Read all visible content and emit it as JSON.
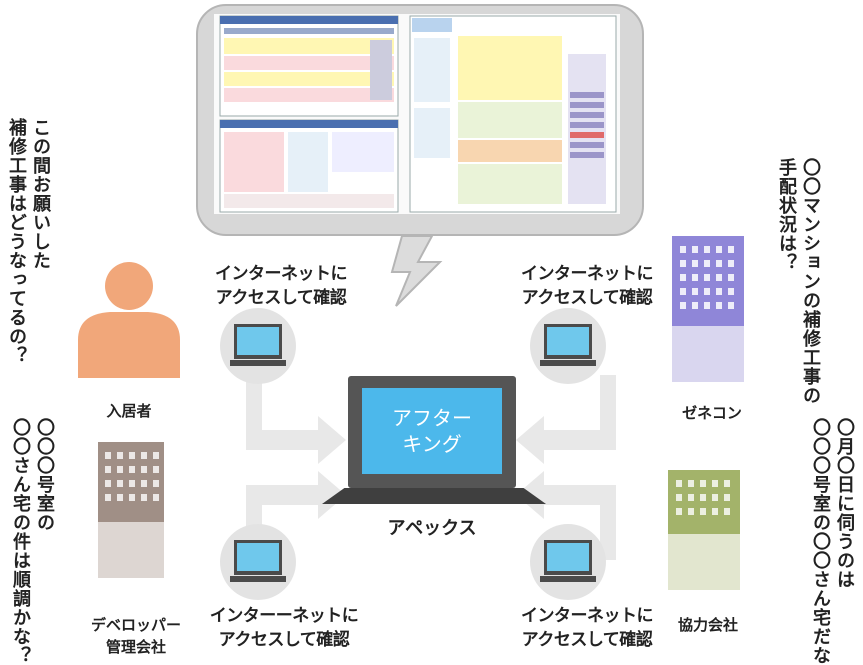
{
  "captions": {
    "top_left": [
      "インターネットに",
      "アクセスして確認"
    ],
    "top_right": [
      "インターネットに",
      "アクセスして確認"
    ],
    "bottom_left": [
      "インターーネットに",
      "アクセスして確認"
    ],
    "bottom_right": [
      "インターネットに",
      "アクセスして確認"
    ]
  },
  "center": {
    "screen_line1": "アフター",
    "screen_line2": "キング",
    "label": "アペックス"
  },
  "actors": {
    "resident": "入居者",
    "general_contractor": "ゼネコン",
    "developer": [
      "デベロッパー",
      "管理会社"
    ],
    "partner": "協力会社"
  },
  "speech": {
    "resident": [
      "この間お願いした",
      "補修工事はどうなってるの？"
    ],
    "general_contractor": [
      "〇〇マンションの補修工事の",
      "手配状況は？"
    ],
    "developer": [
      "〇〇〇号室の",
      "〇〇さん宅の件は順調かな？"
    ],
    "partner": [
      "〇月〇日に伺うのは",
      "〇〇〇号室の〇〇さん宅だな"
    ]
  },
  "colors": {
    "screen_blue": "#4cb8eb",
    "person": "#f1a77a",
    "building_purple": "#8f86d8",
    "building_brown": "#a08f86",
    "building_green": "#a3b36a"
  }
}
